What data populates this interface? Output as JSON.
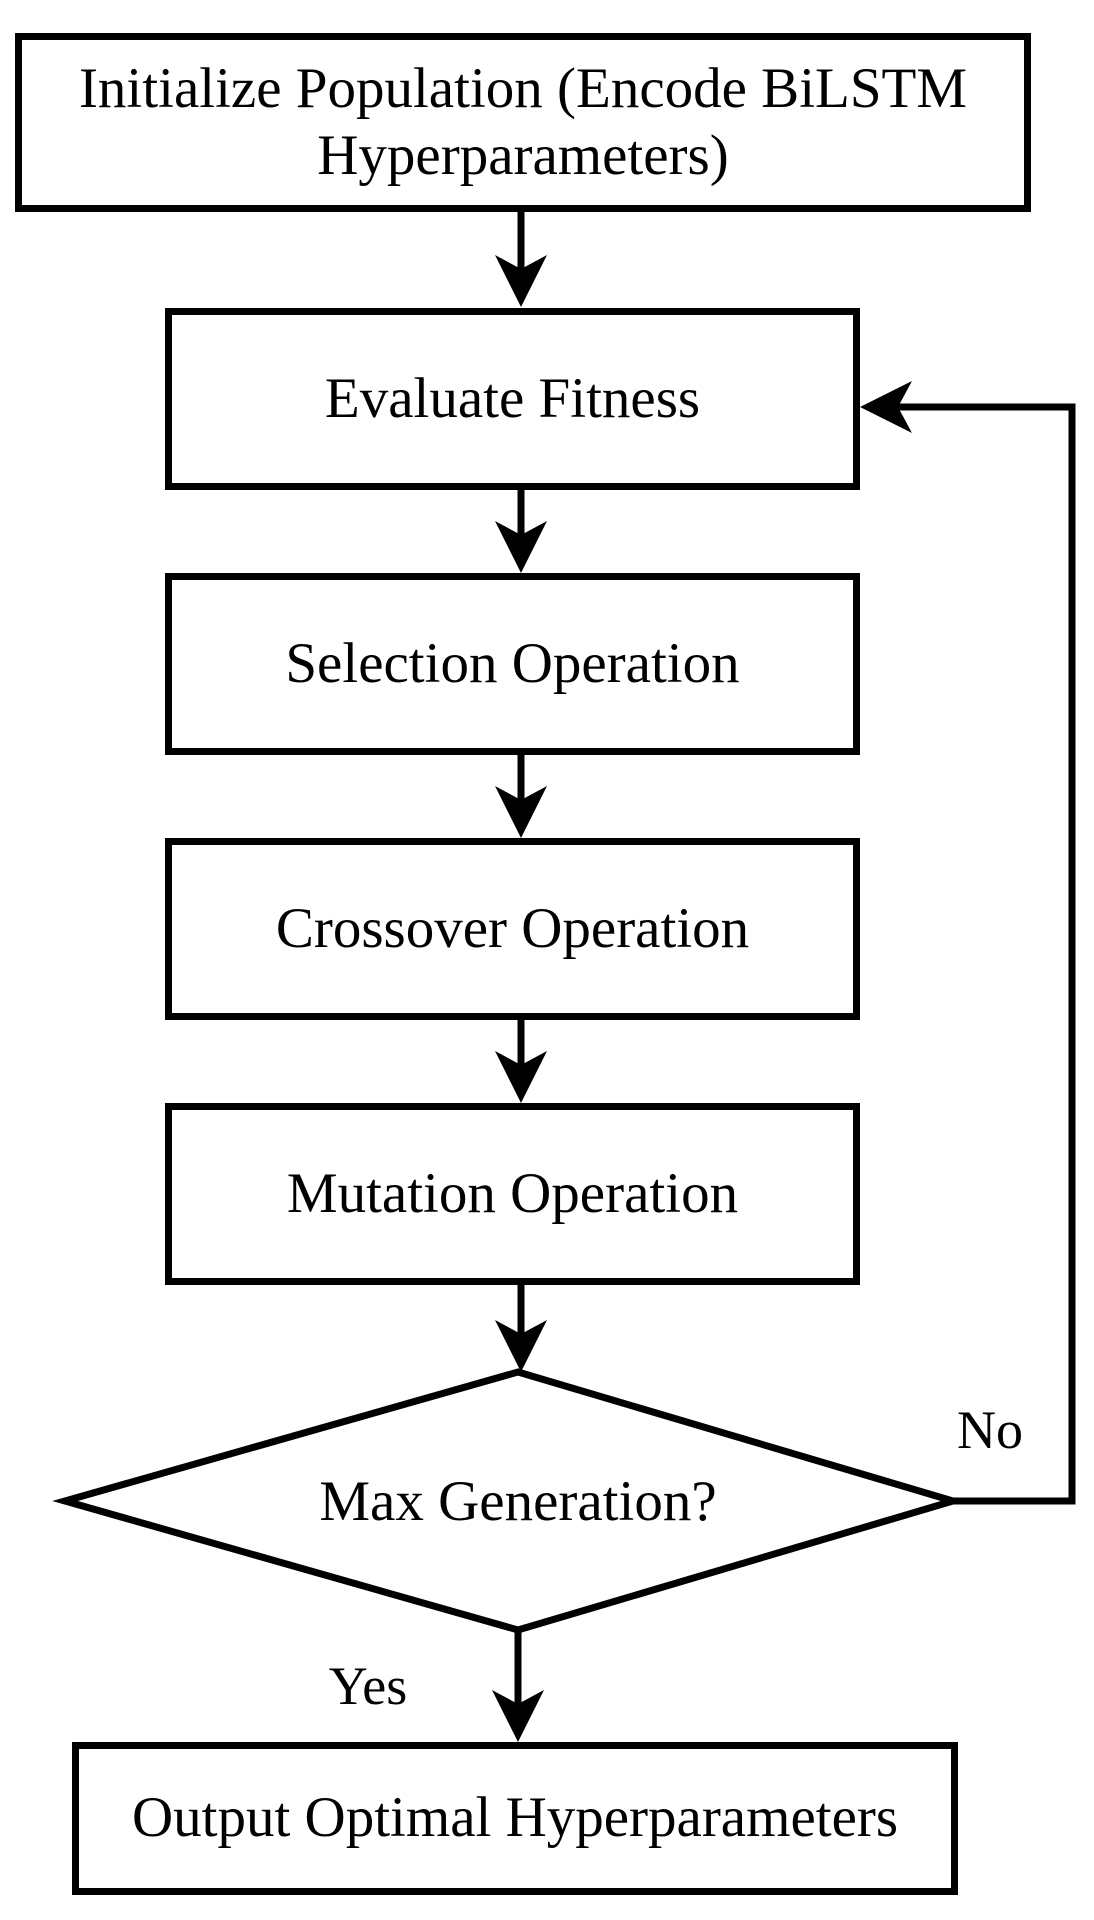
{
  "diagram": {
    "type": "flowchart",
    "colors": {
      "stroke": "#000000",
      "node_fill": "#ffffff",
      "text": "#000000",
      "background": "#ffffff"
    },
    "nodes": {
      "initialize": {
        "shape": "rectangle",
        "label": "Initialize Population (Encode BiLSTM Hyperparameters)"
      },
      "evaluate": {
        "shape": "rectangle",
        "label": "Evaluate Fitness"
      },
      "selection": {
        "shape": "rectangle",
        "label": "Selection Operation"
      },
      "crossover": {
        "shape": "rectangle",
        "label": "Crossover Operation"
      },
      "mutation": {
        "shape": "rectangle",
        "label": "Mutation Operation"
      },
      "decision": {
        "shape": "diamond",
        "label": "Max Generation?"
      },
      "output": {
        "shape": "rectangle",
        "label": "Output Optimal Hyperparameters"
      }
    },
    "edges": [
      {
        "from": "initialize",
        "to": "evaluate",
        "label": ""
      },
      {
        "from": "evaluate",
        "to": "selection",
        "label": ""
      },
      {
        "from": "selection",
        "to": "crossover",
        "label": ""
      },
      {
        "from": "crossover",
        "to": "mutation",
        "label": ""
      },
      {
        "from": "mutation",
        "to": "decision",
        "label": ""
      },
      {
        "from": "decision",
        "to": "output",
        "label": "Yes"
      },
      {
        "from": "decision",
        "to": "evaluate",
        "label": "No"
      }
    ],
    "edge_labels": {
      "yes": "Yes",
      "no": "No"
    }
  }
}
